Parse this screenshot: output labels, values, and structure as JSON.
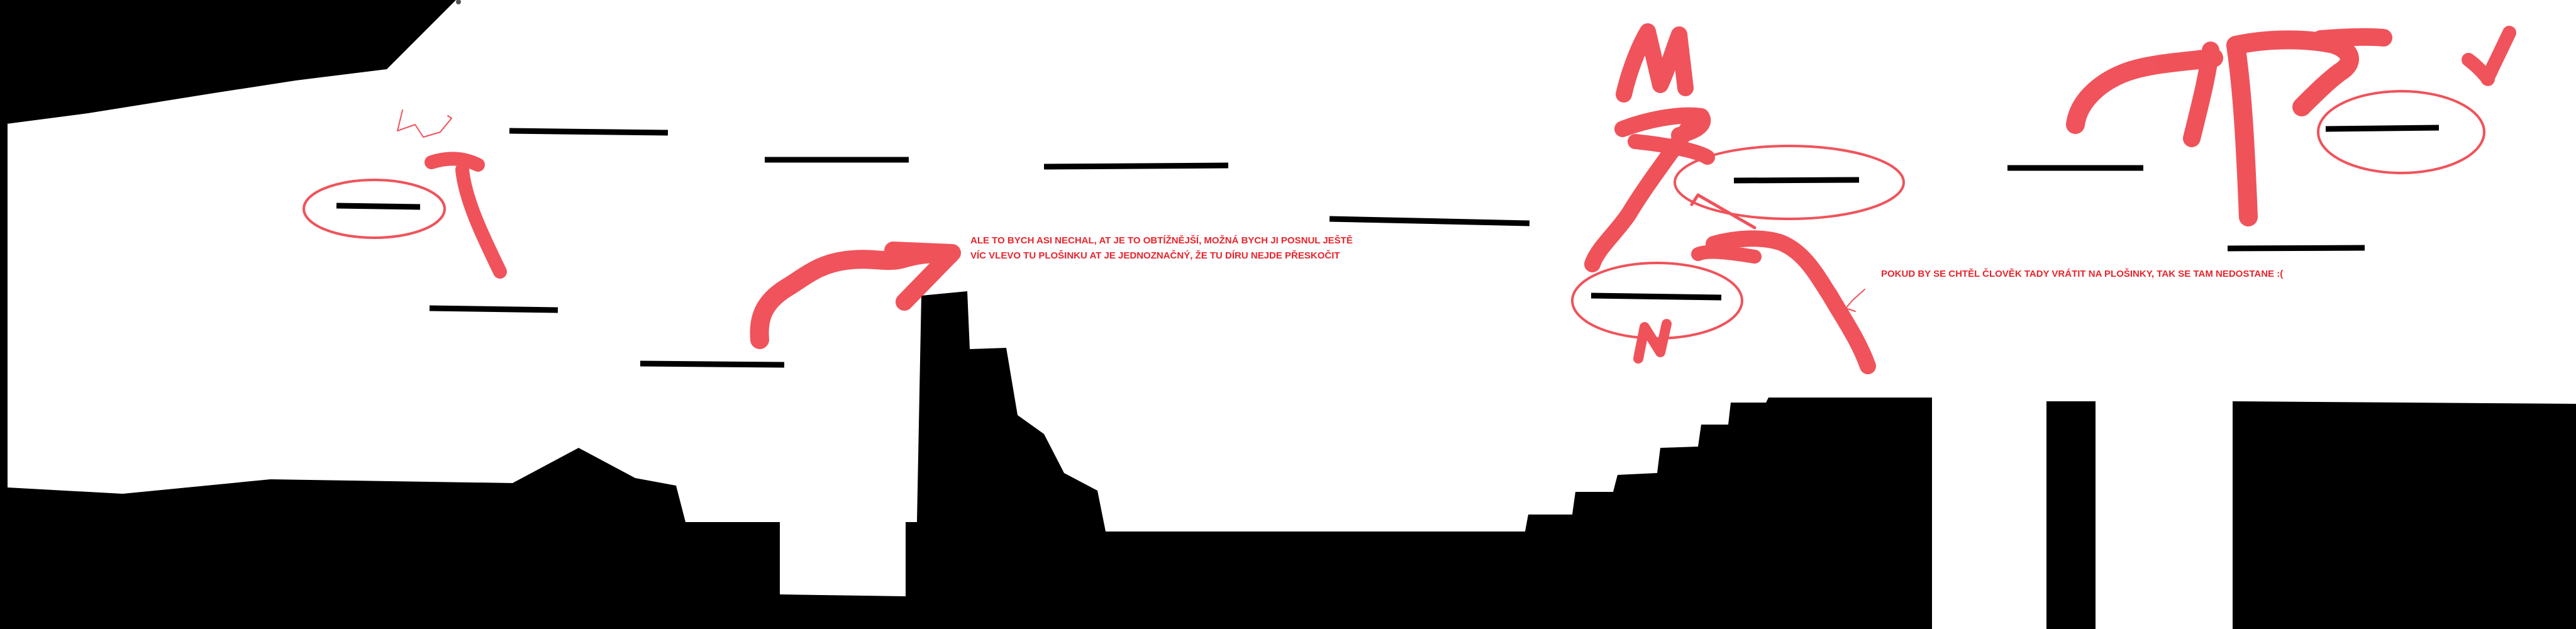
{
  "level_sketch": {
    "colors": {
      "background": "#ffffff",
      "terrain": "#000000",
      "platform": "#000000",
      "annotation_stroke": "#ee3b44",
      "annotation_text": "#e8242c"
    },
    "notes": [
      {
        "lines": [
          "ALE TO BYCH ASI NECHAL, AT JE TO OBTÍŽNĚJŠÍ, MOŽNÁ BYCH JI POSNUL JEŠTĚ",
          "VÍC VLEVO TU PLOŠINKU AT JE JEDNOZNAČNÝ, ŽE TU DÍRU NEJDE  PŘESKOČIT"
        ]
      },
      {
        "lines": [
          "POKUD BY SE CHTĚL ČLOVĚK TADY VRÁTIT NA PLOŠINKY, TAK SE TAM NEDOSTANE :("
        ]
      }
    ]
  }
}
